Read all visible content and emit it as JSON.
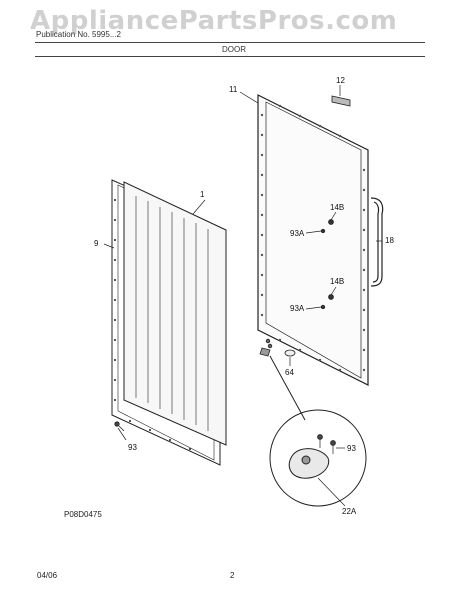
{
  "watermark": "AppliancePartsPros.com",
  "header": {
    "left": "Publication No. 5995...2",
    "center": "DOOR"
  },
  "labels": {
    "l1": "1",
    "l9": "9",
    "l11": "11",
    "l12": "12",
    "l14b_top": "14B",
    "l93a_top": "93A",
    "l18": "18",
    "l14b_bottom": "14B",
    "l93a_bottom": "93A",
    "l64": "64",
    "l93_left": "93",
    "l93_detail": "93",
    "l22a": "22A"
  },
  "diagram_id": "P08D0475",
  "footer": {
    "date": "04/06",
    "page": "2"
  }
}
